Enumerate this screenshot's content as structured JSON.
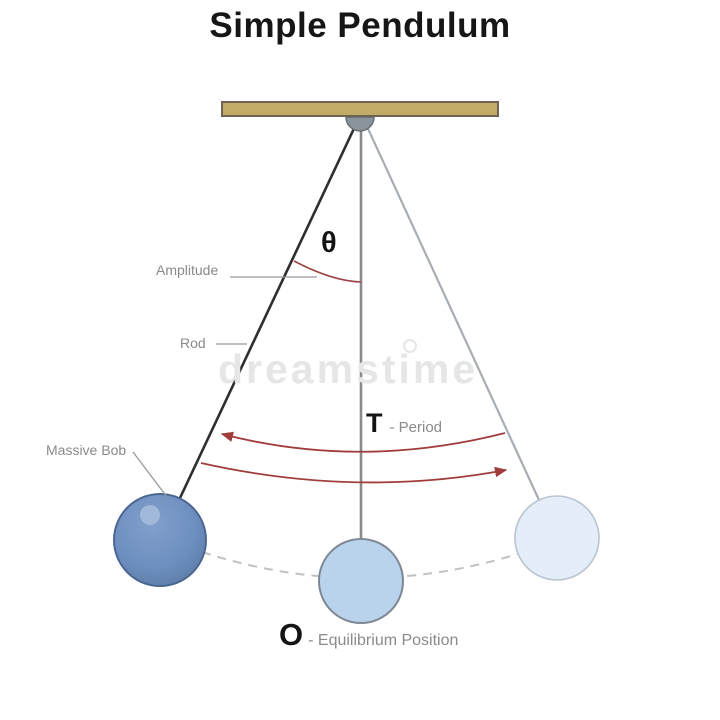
{
  "title": "Simple Pendulum",
  "watermark": "dreamstime",
  "labels": {
    "amplitude": "Amplitude",
    "rod": "Rod",
    "massive_bob": "Massive Bob",
    "theta": "θ",
    "period_symbol": "T",
    "period_text": "- Period",
    "equilibrium_symbol": "O",
    "equilibrium_text": "- Equilibrium Position"
  },
  "colors": {
    "title_text": "#161616",
    "label_text": "#8a8a8a",
    "bar_fill": "#c2ab66",
    "bar_border": "#6e6357",
    "pivot_fill": "#8b939c",
    "pivot_border": "#676e76",
    "rod_left": "#2e2e2e",
    "rod_center": "#8a8a8a",
    "rod_right": "#a8adb3",
    "arrow_red": "#a13c3c",
    "theta_arc": "#9e4343",
    "bob_left_fill": "#6d8ec0",
    "bob_left_stroke": "#4a6793",
    "bob_left_highlight": "#a3bbd9",
    "bob_center_fill": "#b9d3ec",
    "bob_center_stroke": "#7d8894",
    "bob_right_fill": "#e4eefa",
    "bob_right_stroke": "#b9c4cf",
    "dashed_path": "#c2c2c2",
    "leader_line": "#999999",
    "watermark_text": "#e6e6e6"
  }
}
